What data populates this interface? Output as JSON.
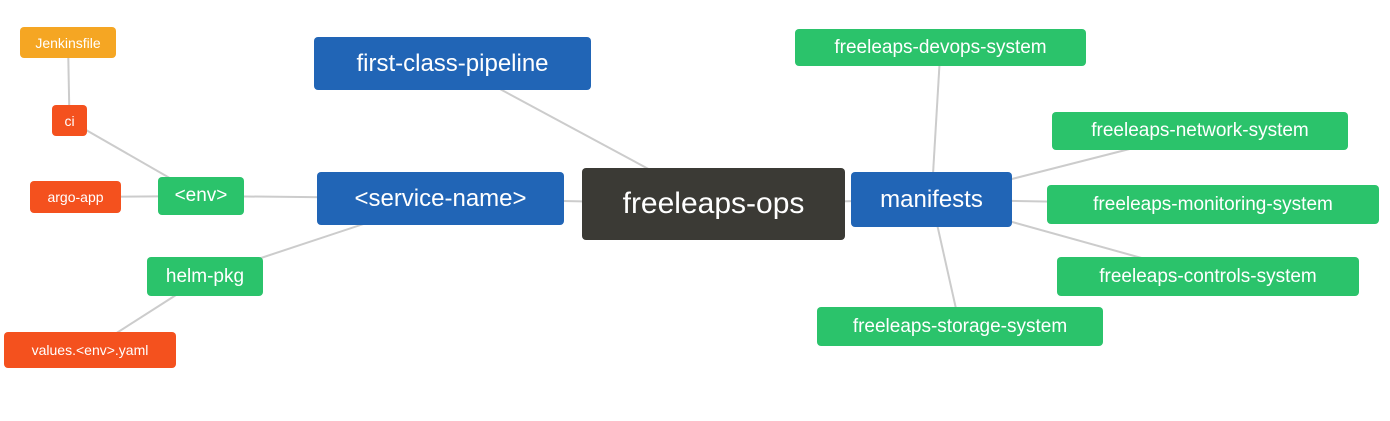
{
  "diagram": {
    "colors": {
      "blue": "#2165b6",
      "green": "#2bc36b",
      "orange": "#f5a623",
      "red": "#f4511e",
      "dark": "#3b3a35",
      "edge": "#cccccc",
      "background": "#ffffff",
      "text": "#ffffff"
    },
    "nodes": {
      "jenkinsfile": {
        "label": "Jenkinsfile"
      },
      "ci": {
        "label": "ci"
      },
      "argo_app": {
        "label": "argo-app"
      },
      "env": {
        "label": "<env>"
      },
      "helm_pkg": {
        "label": "helm-pkg"
      },
      "values_env_yaml": {
        "label": "values.<env>.yaml"
      },
      "first_class_pipeline": {
        "label": "first-class-pipeline"
      },
      "service_name": {
        "label": "<service-name>"
      },
      "freeleaps_ops": {
        "label": "freeleaps-ops"
      },
      "manifests": {
        "label": "manifests"
      },
      "devops_system": {
        "label": "freeleaps-devops-system"
      },
      "network_system": {
        "label": "freeleaps-network-system"
      },
      "monitoring_system": {
        "label": "freeleaps-monitoring-system"
      },
      "controls_system": {
        "label": "freeleaps-controls-system"
      },
      "storage_system": {
        "label": "freeleaps-storage-system"
      }
    },
    "edges": [
      [
        "jenkinsfile",
        "ci"
      ],
      [
        "ci",
        "env"
      ],
      [
        "argo_app",
        "env"
      ],
      [
        "env",
        "service_name"
      ],
      [
        "helm_pkg",
        "service_name"
      ],
      [
        "values_env_yaml",
        "helm_pkg"
      ],
      [
        "first_class_pipeline",
        "freeleaps_ops"
      ],
      [
        "service_name",
        "freeleaps_ops"
      ],
      [
        "freeleaps_ops",
        "manifests"
      ],
      [
        "manifests",
        "devops_system"
      ],
      [
        "manifests",
        "network_system"
      ],
      [
        "manifests",
        "monitoring_system"
      ],
      [
        "manifests",
        "controls_system"
      ],
      [
        "manifests",
        "storage_system"
      ]
    ]
  }
}
